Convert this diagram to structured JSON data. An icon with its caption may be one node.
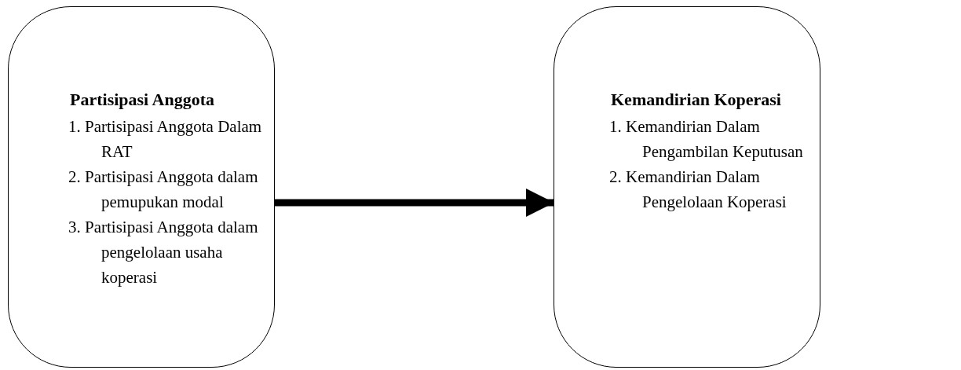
{
  "diagram": {
    "nodes": [
      {
        "text": [
          "Partisipasi Anggota",
          "1. Partisipasi Anggota Dalam RAT",
          "2. Partisipasi Anggota dalam pemupukan modal",
          "3. Partisipasi Anggota dalam pengelolaan usaha koperasi"
        ]
      },
      {
        "text": [
          "Kemandirian Koperasi",
          "1. Kemandirian Dalam Pengambilan Keputusan",
          "2. Kemandirian Dalam Pengelolaan Koperasi"
        ]
      }
    ],
    "edges": [
      {
        "from": 0,
        "to": 1,
        "arrow": "to"
      }
    ]
  }
}
